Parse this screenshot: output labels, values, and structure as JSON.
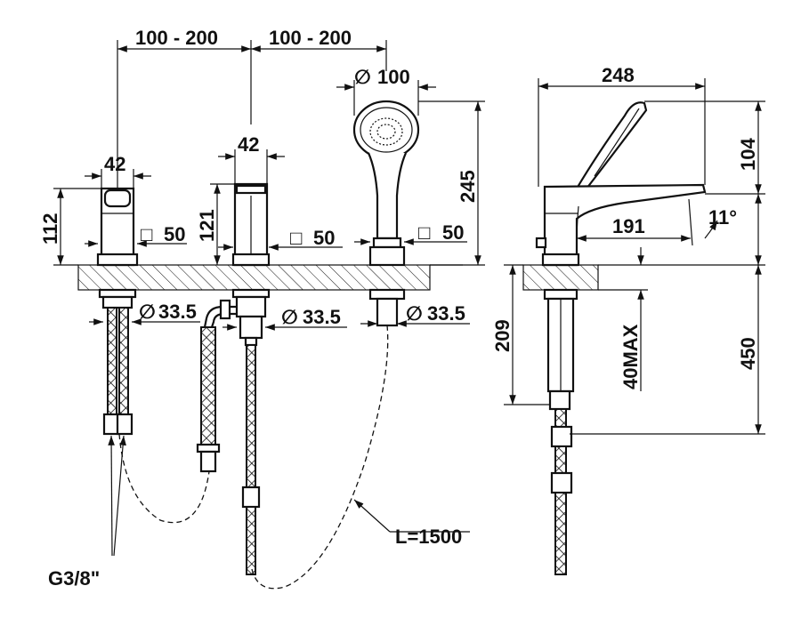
{
  "labels": {
    "spacing_1": "100 - 200",
    "spacing_2": "100 - 200",
    "width_left": "42",
    "width_mid": "42",
    "shower_dia_symbol": "∅",
    "shower_dia": "100",
    "height_left": "112",
    "height_mid": "121",
    "shower_height": "245",
    "square_symbol": "□",
    "square_left": "50",
    "square_mid": "50",
    "square_right": "50",
    "hole_symbol": "∅",
    "hole_left": "33.5",
    "hole_mid": "33.5",
    "hole_right": "33.5",
    "total_length": "248",
    "spout_height": "104",
    "reach": "191",
    "angle": "11°",
    "below_deck": "209",
    "deck_max": "40MAX",
    "hose_depth": "450",
    "hose_length": "L=1500",
    "thread": "G3/8\""
  }
}
